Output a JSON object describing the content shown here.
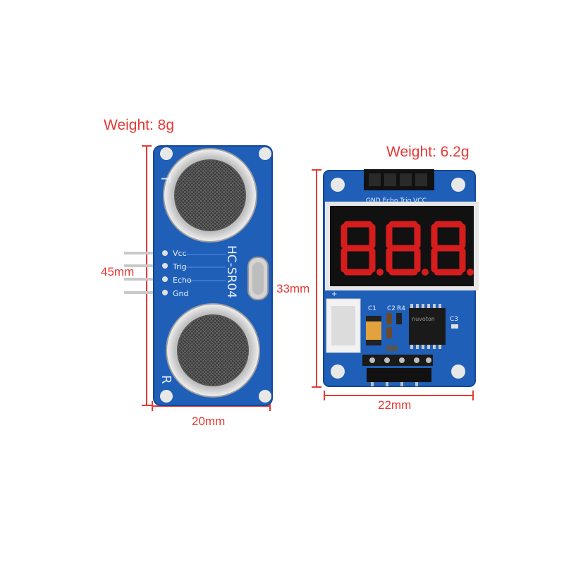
{
  "sensor": {
    "weight": "Weight: 8g",
    "height_dim": "45mm",
    "width_dim": "20mm",
    "labels": {
      "t": "T",
      "r": "R",
      "model": "HC-SR04",
      "vcc": "Vcc",
      "trig": "Trig",
      "echo": "Echo",
      "gnd": "Gnd"
    }
  },
  "display_module": {
    "weight": "Weight: 6.2g",
    "height_dim": "33mm",
    "width_dim": "22mm",
    "labels": {
      "header": "GND Echo Trig VCC",
      "plus": "+",
      "c1": "C1",
      "c2": "C2",
      "r4": "R4",
      "c3": "C3",
      "chip": "nuvoton"
    }
  },
  "colors": {
    "annotation": "#e53935",
    "pcb_blue": "#1f5fb8",
    "pcb_dark": "#16479a",
    "transducer_ring": "#d9d9d9",
    "display_face": "#111111",
    "segment_red": "#d51d1d"
  }
}
